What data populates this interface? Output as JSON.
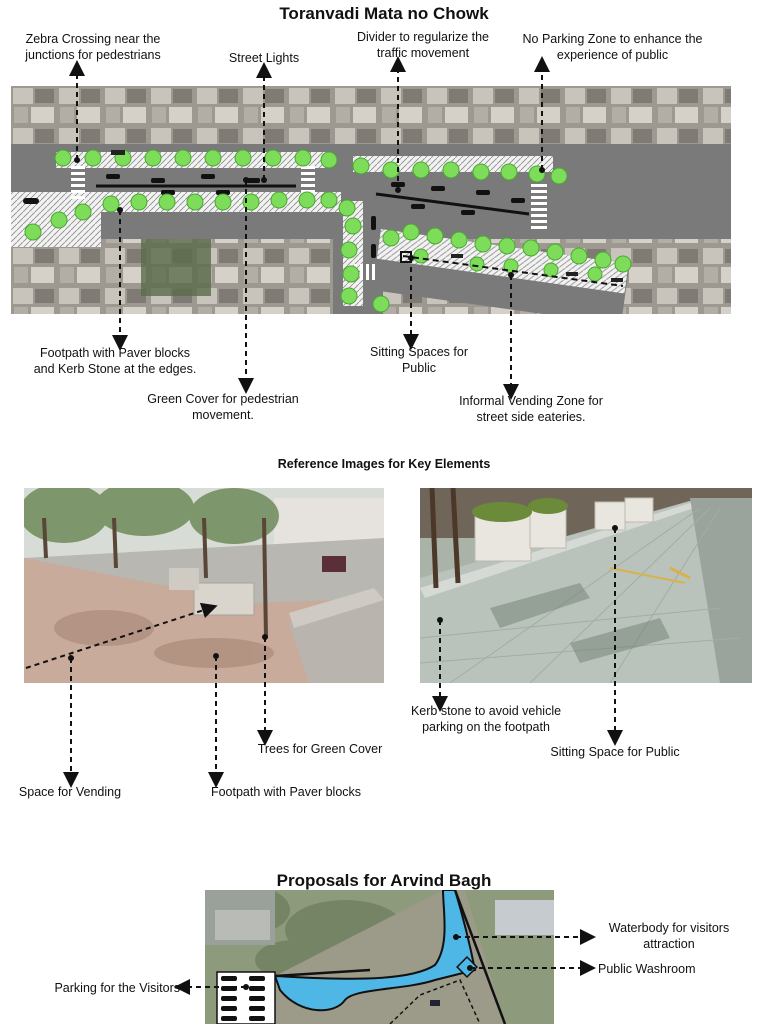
{
  "section1": {
    "title": "Toranvadi Mata no Chowk",
    "labels": {
      "zebra": [
        "Zebra Crossing near the",
        "junctions for pedestrians"
      ],
      "street_lights": [
        "Street Lights"
      ],
      "divider": [
        "Divider to regularize the",
        "traffic movement"
      ],
      "no_parking": [
        "No Parking Zone to enhance the",
        "experience of public"
      ],
      "footpath": [
        "Footpath with Paver blocks",
        "and Kerb Stone at the edges."
      ],
      "green_cover": [
        "Green Cover for pedestrian",
        "movement."
      ],
      "sitting": [
        "Sitting Spaces for",
        "Public"
      ],
      "vending": [
        "Informal Vending Zone for",
        "street side eateries."
      ]
    }
  },
  "section2": {
    "title": "Reference Images for Key Elements",
    "labels": {
      "trees": "Trees for Green Cover",
      "space_vending": "Space for Vending",
      "footpath_paver": "Footpath with Paver blocks",
      "kerb": [
        "Kerb stone to avoid vehicle",
        "parking on the footpath"
      ],
      "sitting_public": "Sitting Space for Public"
    }
  },
  "section3": {
    "title": "Proposals for Arvind Bagh",
    "labels": {
      "waterbody": [
        "Waterbody for visitors",
        "attraction"
      ],
      "washroom": "Public Washroom",
      "parking": "Parking for the Visitors"
    }
  },
  "colors": {
    "tree_green": "#7ddc5a",
    "water_blue": "#4fb7e6",
    "road_grey": "#7a7a7a",
    "arrow": "#111111"
  }
}
